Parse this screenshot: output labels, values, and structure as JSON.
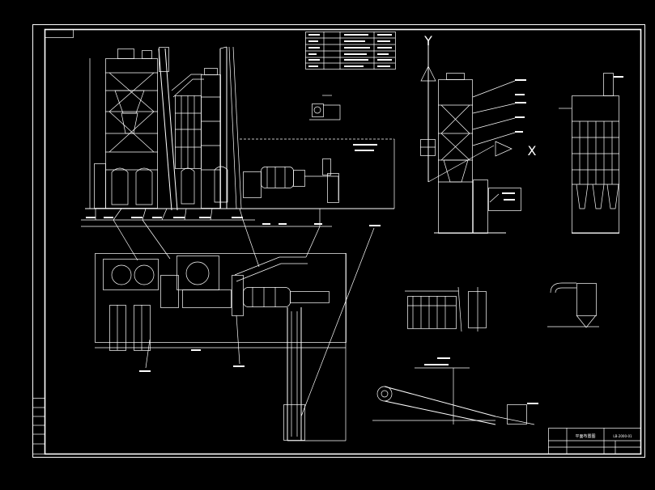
{
  "drawing": {
    "background": "#000000",
    "line_color": "#ffffff",
    "accent_color": "#ffffff",
    "axes": {
      "y_label": "Y",
      "x_label": "X"
    },
    "title_block": {
      "name": "平面布置图",
      "code": "LB-2000-01"
    },
    "side_stamp": {
      "rows": [
        "",
        "",
        "",
        "",
        "",
        ""
      ]
    },
    "table": {
      "rows": [
        "",
        "",
        "",
        "",
        "",
        ""
      ]
    }
  }
}
